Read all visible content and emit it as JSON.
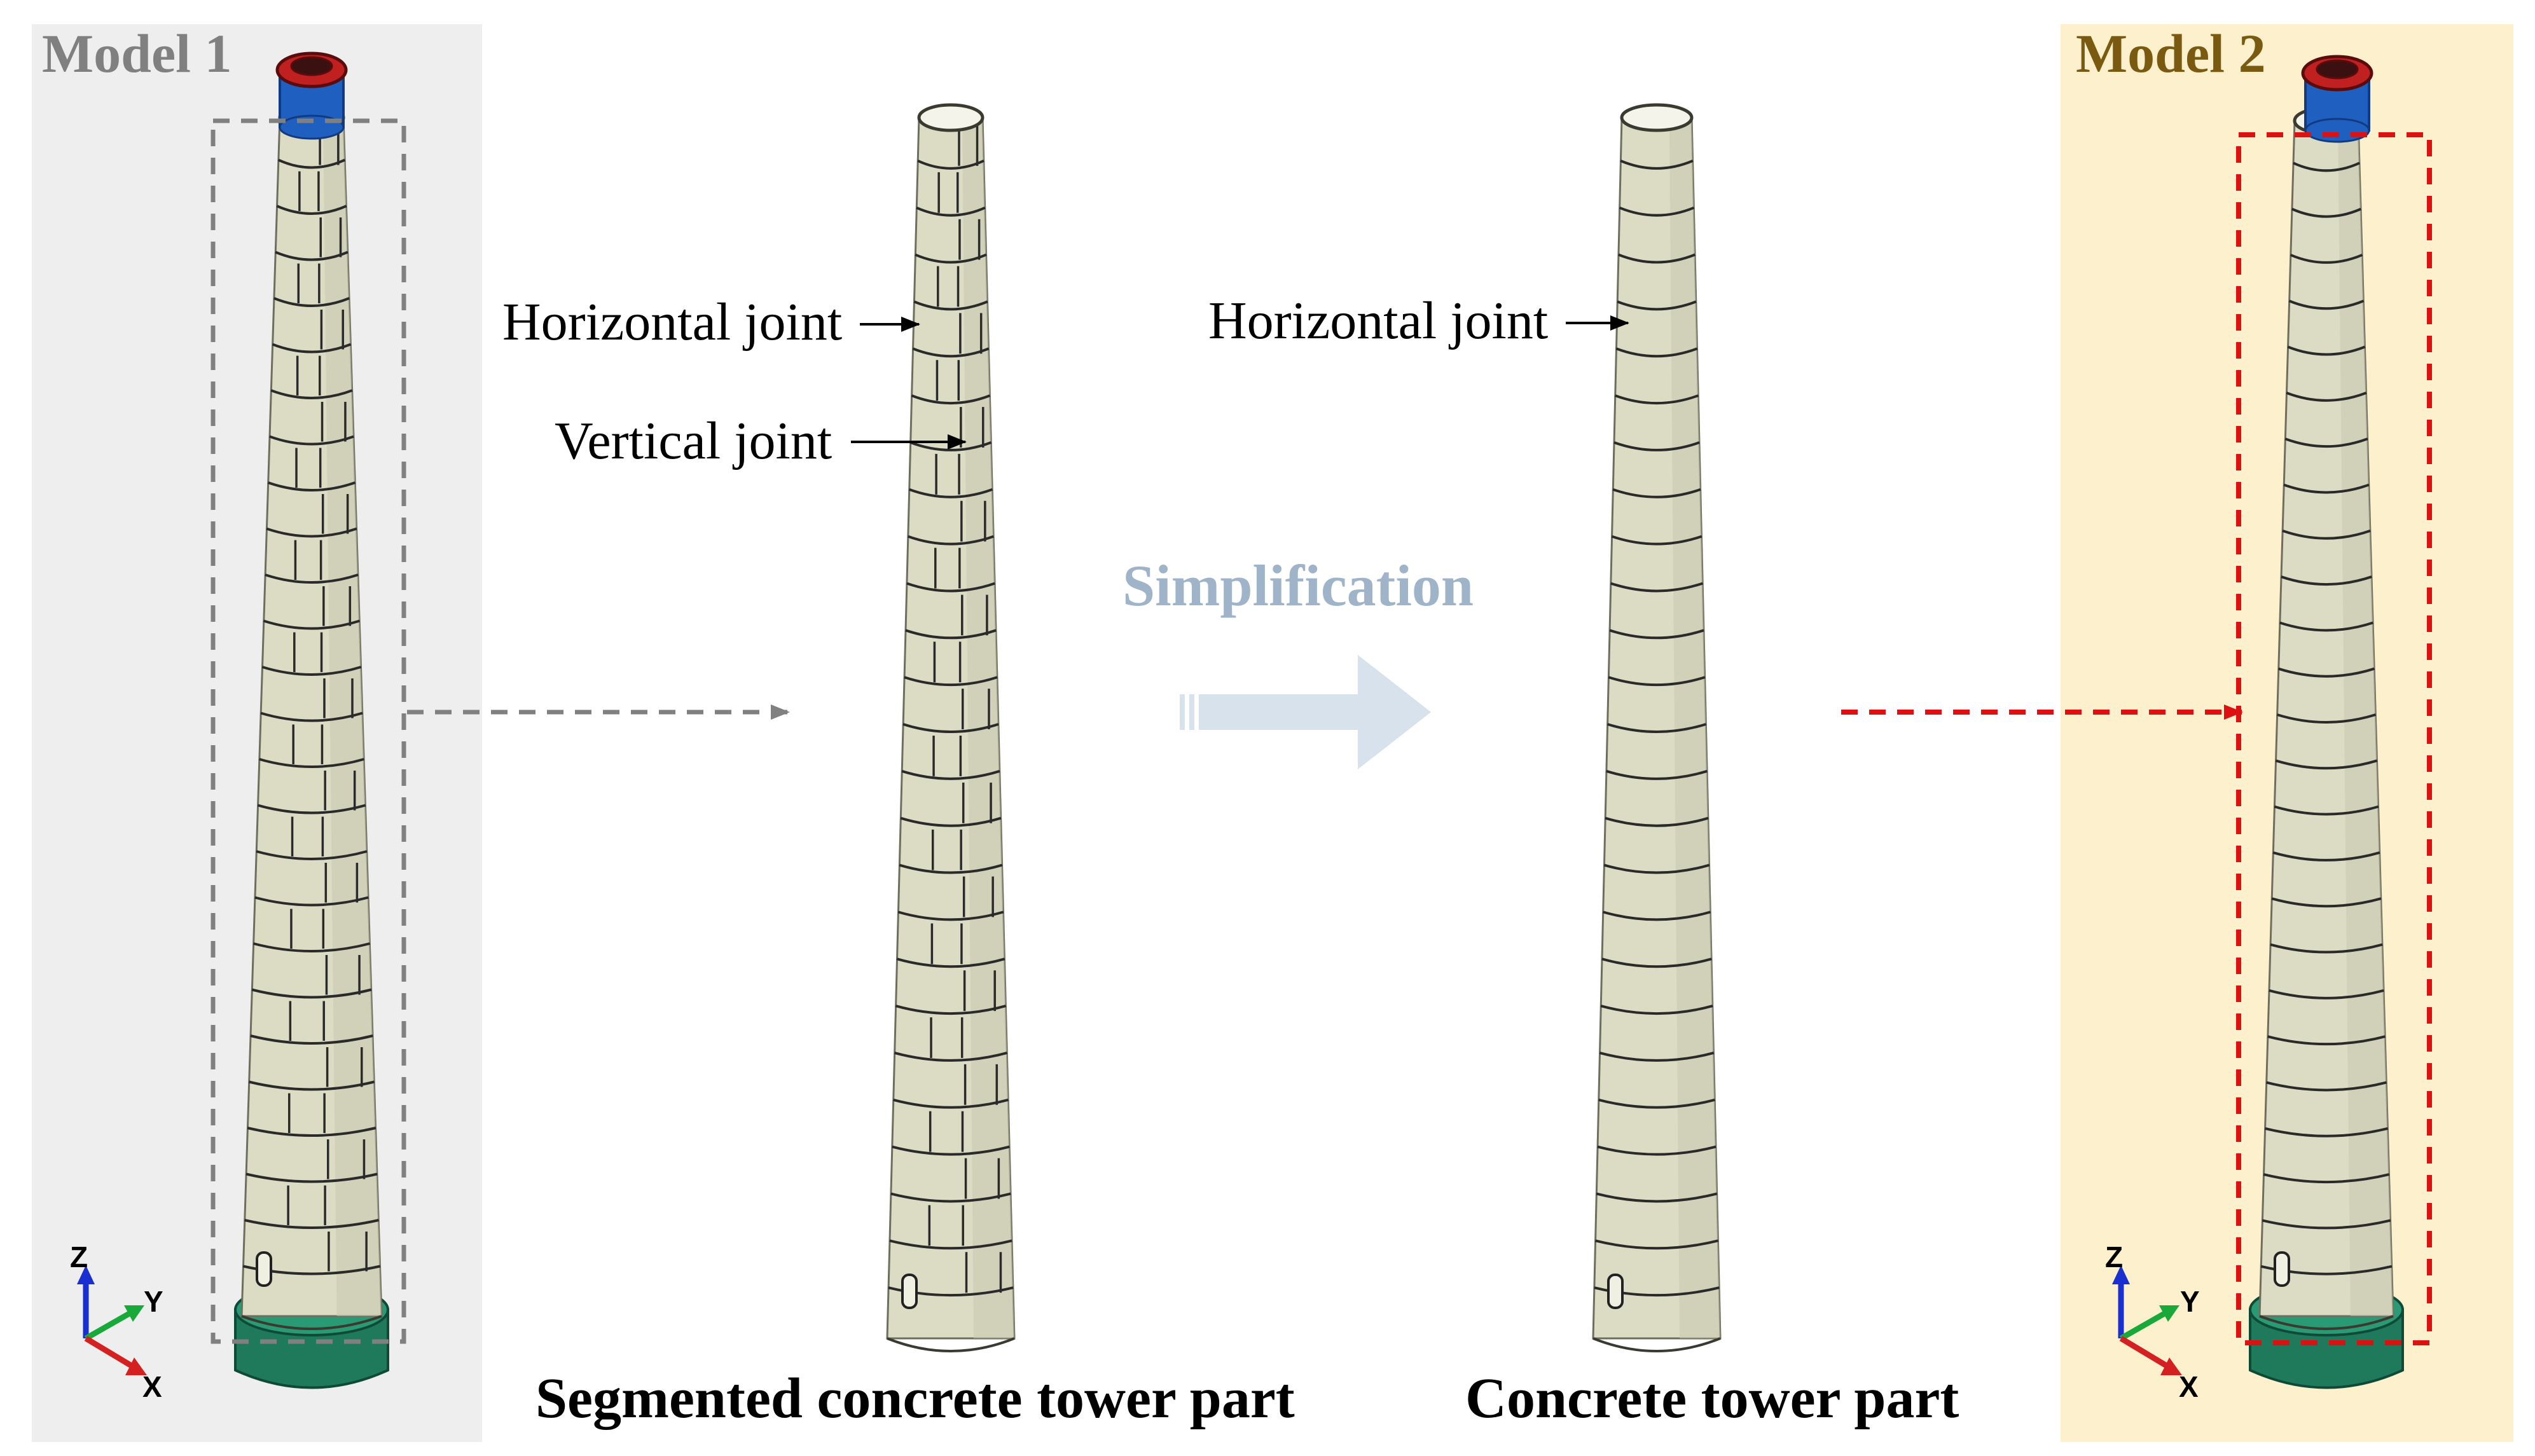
{
  "model1": {
    "title": "Model 1"
  },
  "model2": {
    "title": "Model 2"
  },
  "annotations": {
    "seg_horizontal": "Horizontal joint",
    "seg_vertical": "Vertical joint",
    "simp_horizontal": "Horizontal joint",
    "simplification": "Simplification"
  },
  "captions": {
    "segmented": "Segmented concrete tower part",
    "concrete": "Concrete tower part"
  },
  "axes": {
    "z": "Z",
    "y": "Y",
    "x": "X"
  },
  "colors": {
    "model1_bg": "#eeeeee",
    "model2_bg": "#fdf0cc",
    "model1_title": "#808080",
    "model2_title": "#7a5a10",
    "concrete": "#dcdcc4",
    "joint_line": "#2a2a2a",
    "foundation": "#1f7a5c",
    "steel_adapter": "#1f5fbf",
    "top_ring": "#c02020",
    "box_gray": "#808080",
    "box_red": "#dd1111",
    "simplification_arrow": "#d8e2ec"
  }
}
